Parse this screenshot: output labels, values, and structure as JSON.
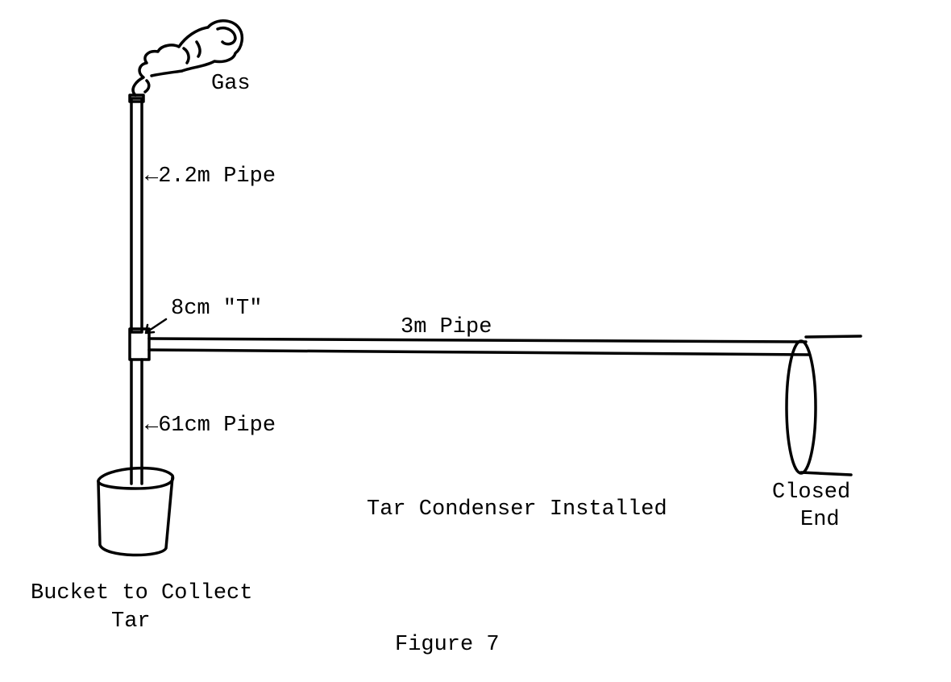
{
  "labels": {
    "gas": "Gas",
    "vertical_pipe": "←2.2m Pipe",
    "tee": "8cm \"T\"",
    "horizontal_pipe": "3m Pipe",
    "short_pipe": "←61cm Pipe",
    "title": "Tar Condenser Installed",
    "closed_end_line1": "Closed",
    "closed_end_line2": "End",
    "bucket_line1": "Bucket to Collect",
    "bucket_line2": "Tar",
    "caption": "Figure 7"
  },
  "colors": {
    "ink": "#000000",
    "background": "#ffffff"
  }
}
